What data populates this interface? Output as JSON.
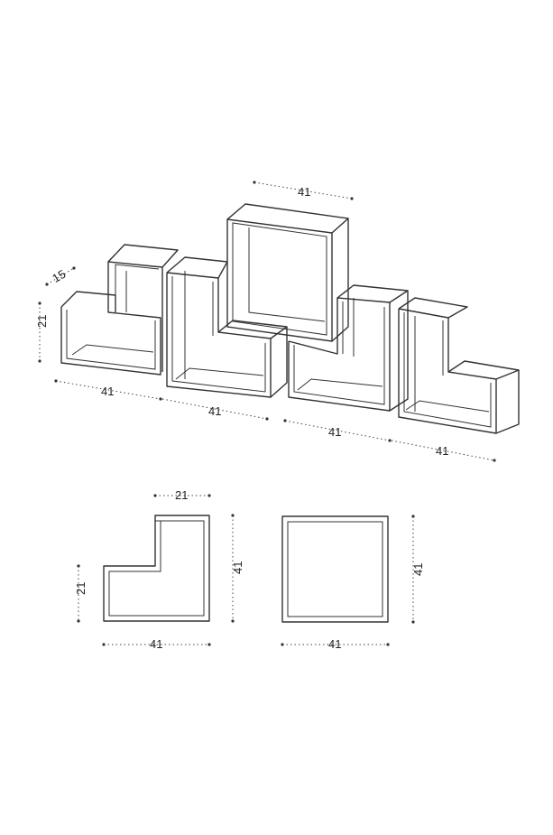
{
  "dimensions": {
    "top_width": "41",
    "depth": "15",
    "height": "21",
    "bottom_widths": [
      "41",
      "41",
      "41",
      "41"
    ],
    "l_top_width": "21",
    "l_height": "21",
    "l_total_height": "41",
    "l_total_width": "41",
    "square_height": "41",
    "square_width": "41"
  }
}
